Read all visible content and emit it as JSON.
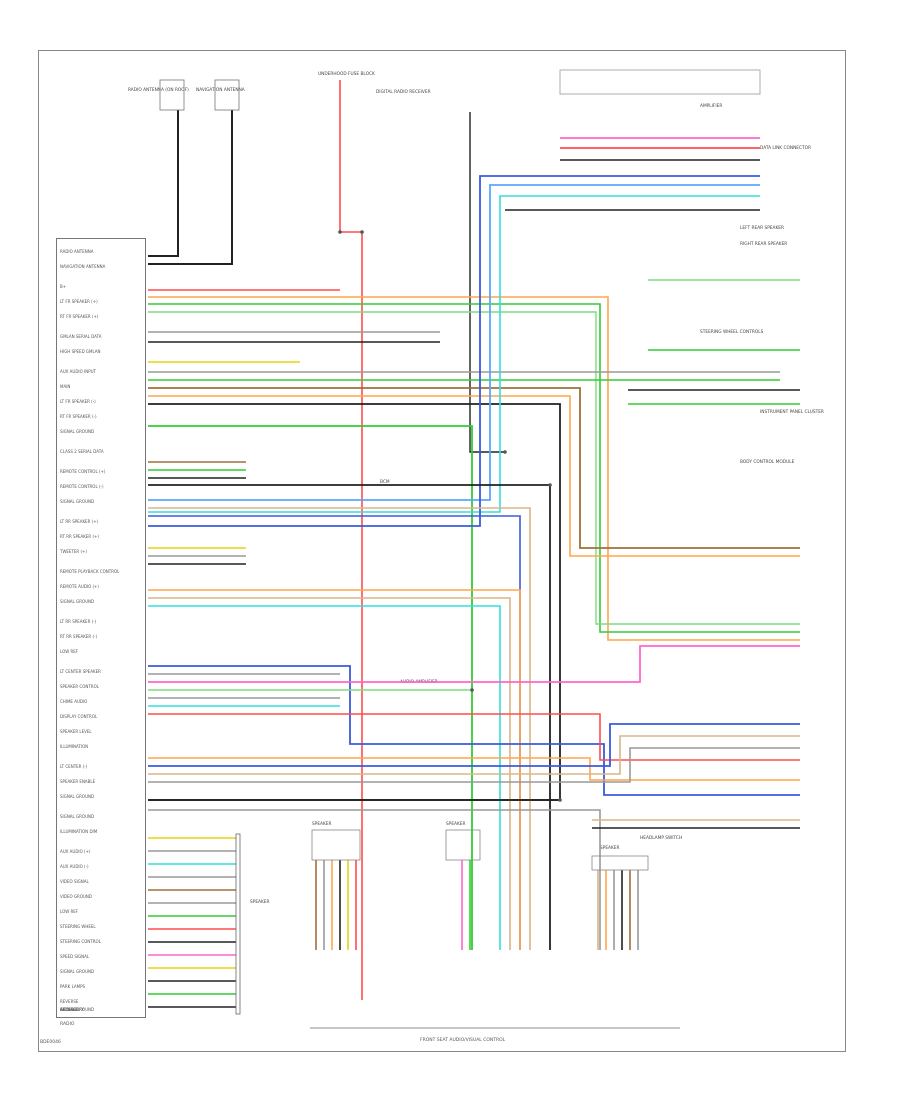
{
  "diagram": {
    "figure_id": "BDE0046",
    "radio": {
      "name": "RADIO",
      "labels": [
        "RADIO ANTENNA",
        "NAVIGATION ANTENNA",
        "B+",
        "LT FR SPEAKER (+)",
        "RT FR SPEAKER (+)",
        "GMLAN SERIAL DATA",
        "HIGH SPEED GMLAN",
        "AUX AUDIO INPUT",
        "MAIN",
        "LT FR SPEAKER (-)",
        "RT FR SPEAKER (-)",
        "SIGNAL GROUND",
        "CLASS 2 SERIAL DATA",
        "REMOTE CONTROL (+)",
        "REMOTE CONTROL (-)",
        "SIGNAL GROUND",
        "LT RR SPEAKER (+)",
        "RT RR SPEAKER (+)",
        "TWEETER (+)",
        "REMOTE PLAYBACK CONTROL",
        "REMOTE AUDIO (+)",
        "SIGNAL GROUND",
        "LT RR SPEAKER (-)",
        "RT RR SPEAKER (-)",
        "LOW REF",
        "LT CENTER SPEAKER",
        "SPEAKER CONTROL",
        "CHIME AUDIO",
        "DISPLAY CONTROL",
        "SPEAKER LEVEL",
        "ILLUMINATION",
        "LT CENTER (-)",
        "SPEAKER ENABLE",
        "SIGNAL GROUND",
        "SIGNAL GROUND",
        "ILLUMINATION DIM",
        "AUX AUDIO (+)",
        "AUX AUDIO (-)",
        "VIDEO SIGNAL",
        "VIDEO GROUND",
        "LOW REF",
        "STEERING WHEEL",
        "STEERING CONTROL",
        "SPEED SIGNAL",
        "SIGNAL GROUND",
        "PARK LAMPS",
        "REVERSE",
        "ACCESSORY",
        "SIGNAL GROUND",
        "GROUND"
      ]
    },
    "antenna_labels": [
      "RADIO ANTENNA (ON ROOF)",
      "DIGITAL RADIO RECEIVER",
      "NAVIGATION ANTENNA"
    ],
    "top_right_labels": [
      "AMPLIFIER",
      "UNDERHOOD FUSE BLOCK",
      "DATA LINK CONNECTOR",
      "INSTRUMENT PANEL CLUSTER"
    ],
    "mid_right_labels": [
      "STEERING WHEEL CONTROLS",
      "BODY CONTROL MODULE",
      "LEFT REAR SPEAKER",
      "RIGHT REAR SPEAKER"
    ],
    "center_labels": [
      "AUDIO AMPLIFIER",
      "HEADLAMP SWITCH",
      "BCM"
    ],
    "bottom_modules": [
      "SPEAKER",
      "SPEAKER",
      "SPEAKER",
      "SPEAKER"
    ],
    "bottom_caption": "FRONT SEAT AUDIO/VISUAL CONTROL",
    "colors": {
      "red": "#ff4d4d",
      "pink": "#ff66cc",
      "orange": "#ffa64d",
      "yellow": "#e6d21a",
      "green": "#33cc33",
      "lightgreen": "#7fdc7f",
      "blue": "#3b5bdb",
      "lightblue": "#5aa7ff",
      "cyan": "#33dddd",
      "gray": "#9a9a9a",
      "black": "#222222",
      "tan": "#d9b68a",
      "brown": "#a0703a"
    }
  }
}
